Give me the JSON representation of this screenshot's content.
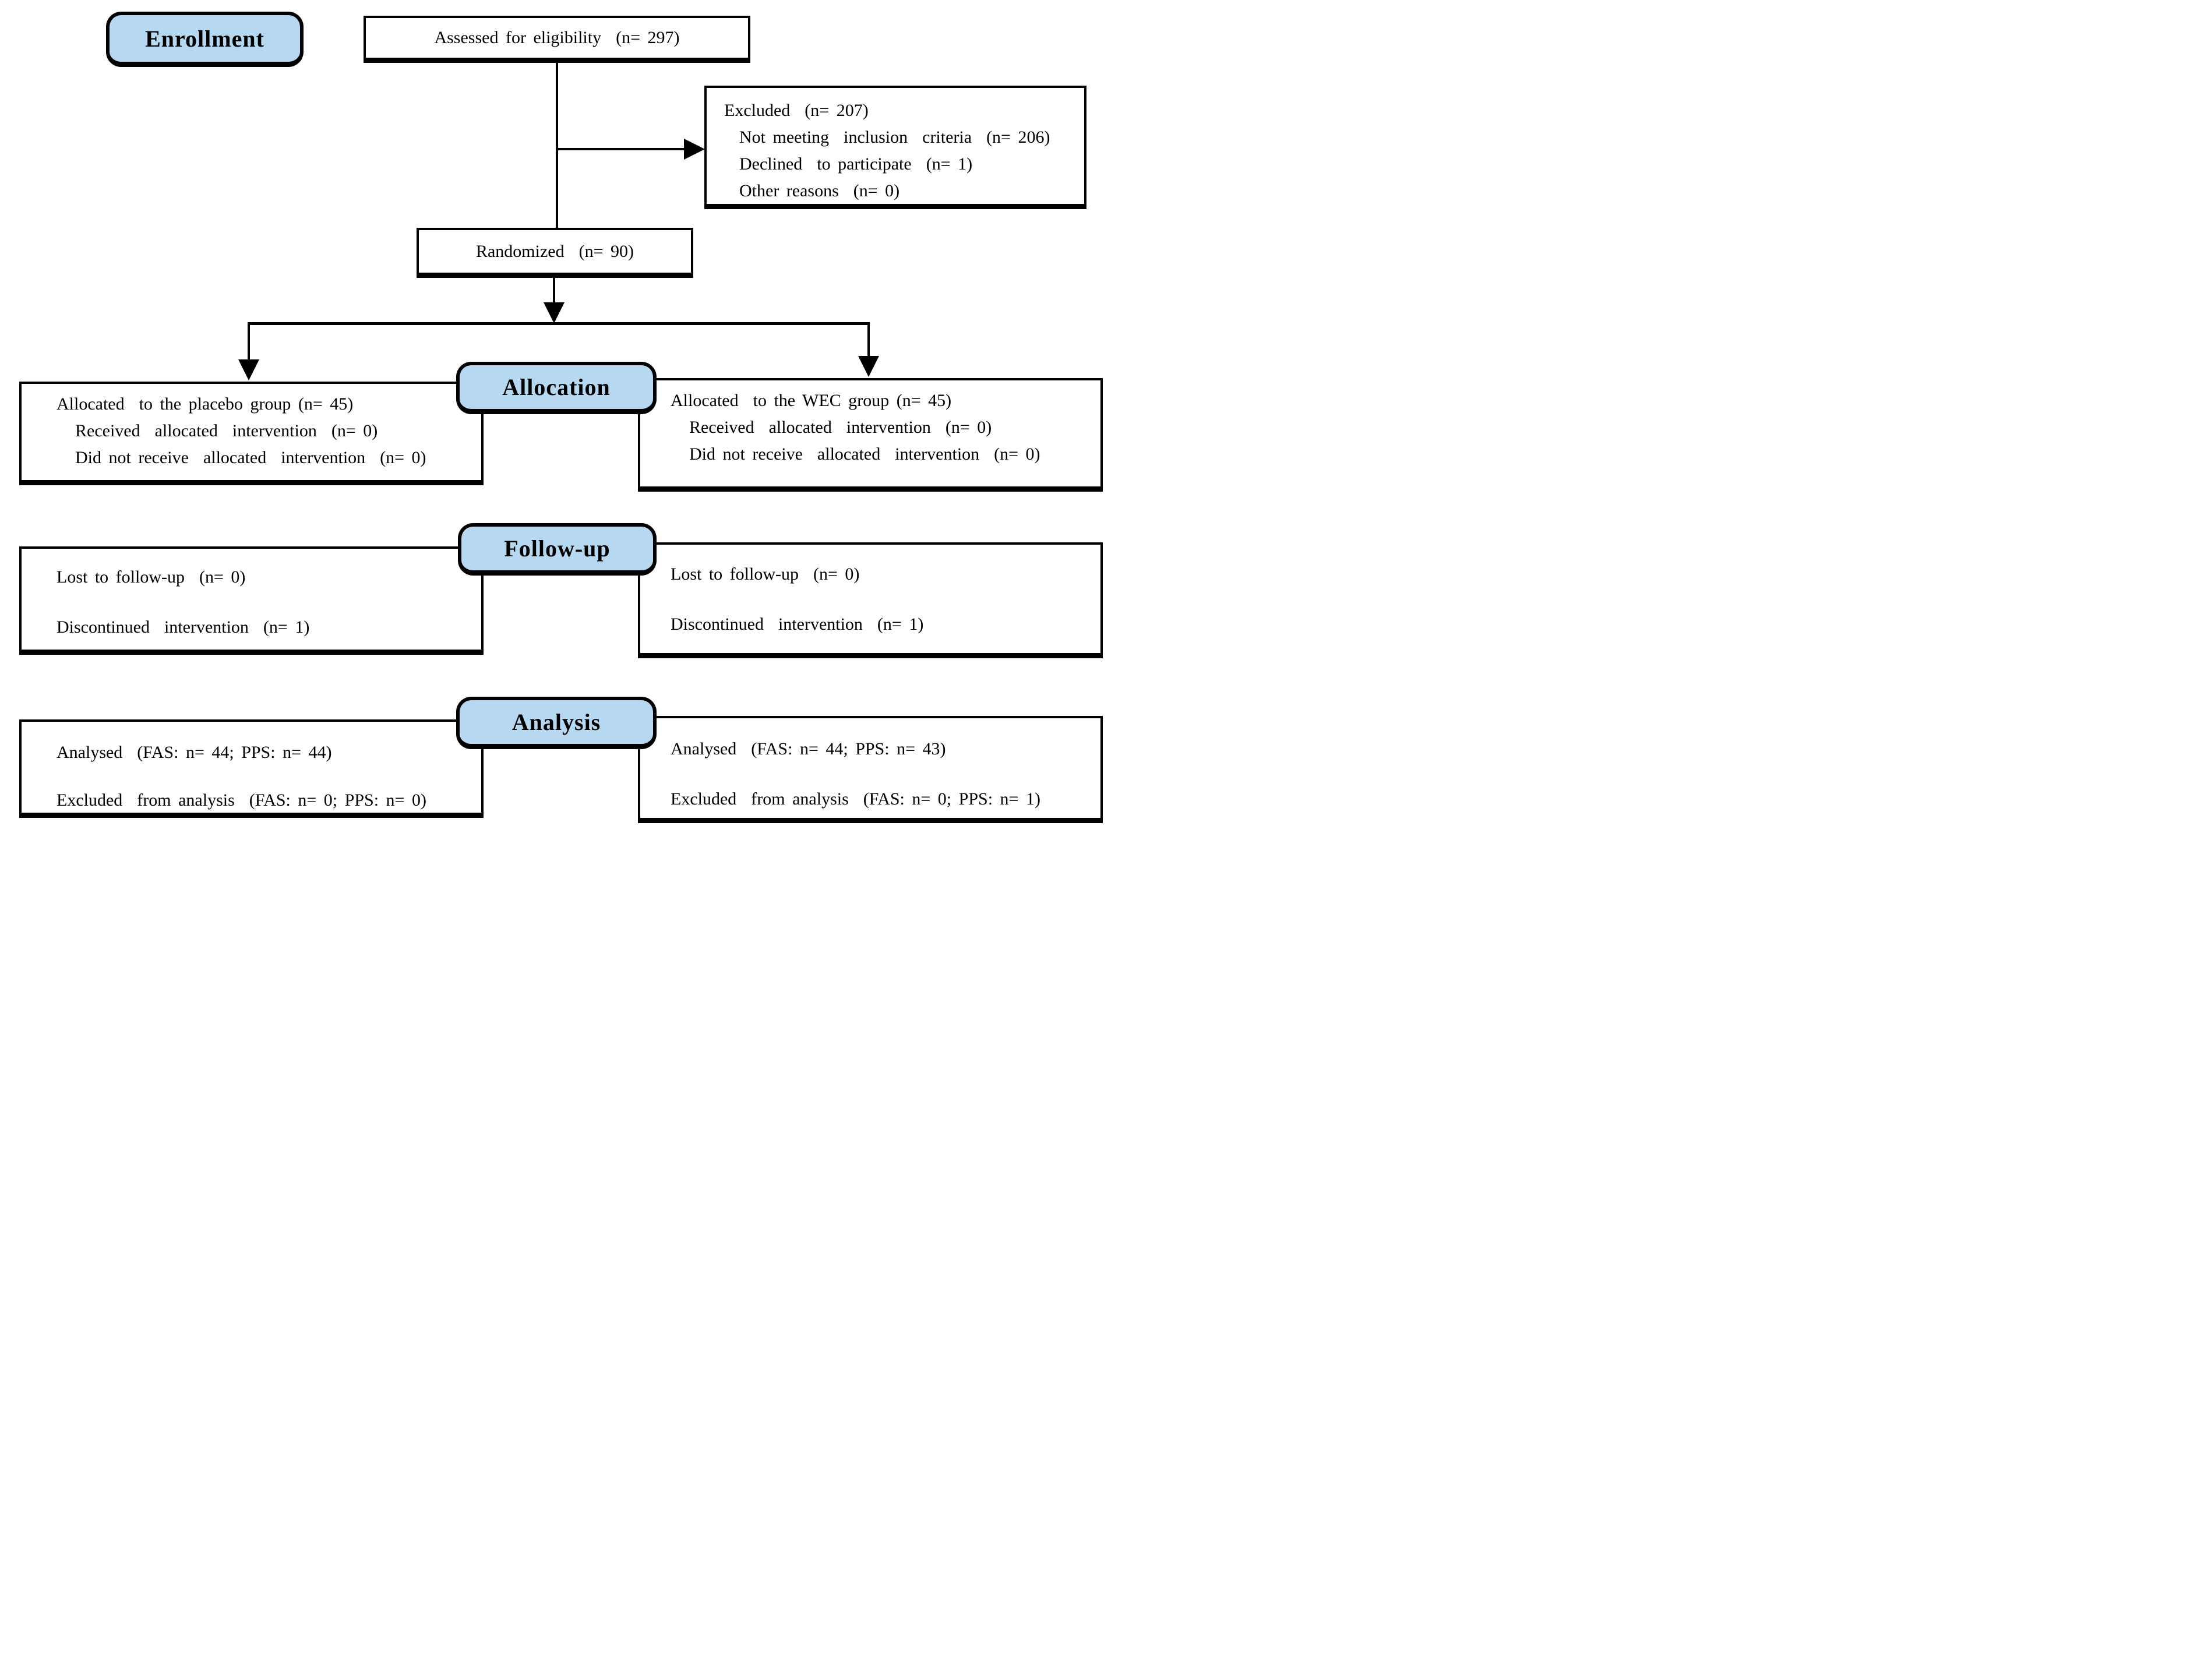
{
  "colors": {
    "stage_fill": "#B6D8F0",
    "line": "#000000"
  },
  "stages": {
    "enrollment": "Enrollment",
    "allocation": "Allocation",
    "followup": "Follow-up",
    "analysis": "Analysis"
  },
  "enrollment": {
    "assessed": "Assessed for eligibility  (n= 297)",
    "excluded": {
      "title": "Excluded  (n= 207)",
      "items": [
        "Not meeting  inclusion  criteria  (n= 206)",
        "Declined  to participate  (n= 1)",
        "Other reasons  (n= 0)"
      ]
    },
    "randomized": "Randomized  (n= 90)"
  },
  "allocation": {
    "left": {
      "title": "Allocated  to the placebo group (n= 45)",
      "items": [
        "Received  allocated  intervention  (n= 0)",
        "Did not receive  allocated  intervention  (n= 0)"
      ]
    },
    "right": {
      "title": "Allocated  to the WEC group (n= 45)",
      "items": [
        "Received  allocated  intervention  (n= 0)",
        "Did not receive  allocated  intervention  (n= 0)"
      ]
    }
  },
  "followup": {
    "left": {
      "items": [
        "Lost to follow-up  (n= 0)",
        "Discontinued  intervention  (n= 1)"
      ]
    },
    "right": {
      "items": [
        "Lost to follow-up  (n= 0)",
        "Discontinued  intervention  (n= 1)"
      ]
    }
  },
  "analysis": {
    "left": {
      "items": [
        "Analysed  (FAS: n= 44; PPS: n= 44)",
        "Excluded  from analysis  (FAS: n= 0; PPS: n= 0)"
      ]
    },
    "right": {
      "items": [
        "Analysed  (FAS: n= 44; PPS: n= 43)",
        "Excluded  from analysis  (FAS: n= 0; PPS: n= 1)"
      ]
    }
  }
}
